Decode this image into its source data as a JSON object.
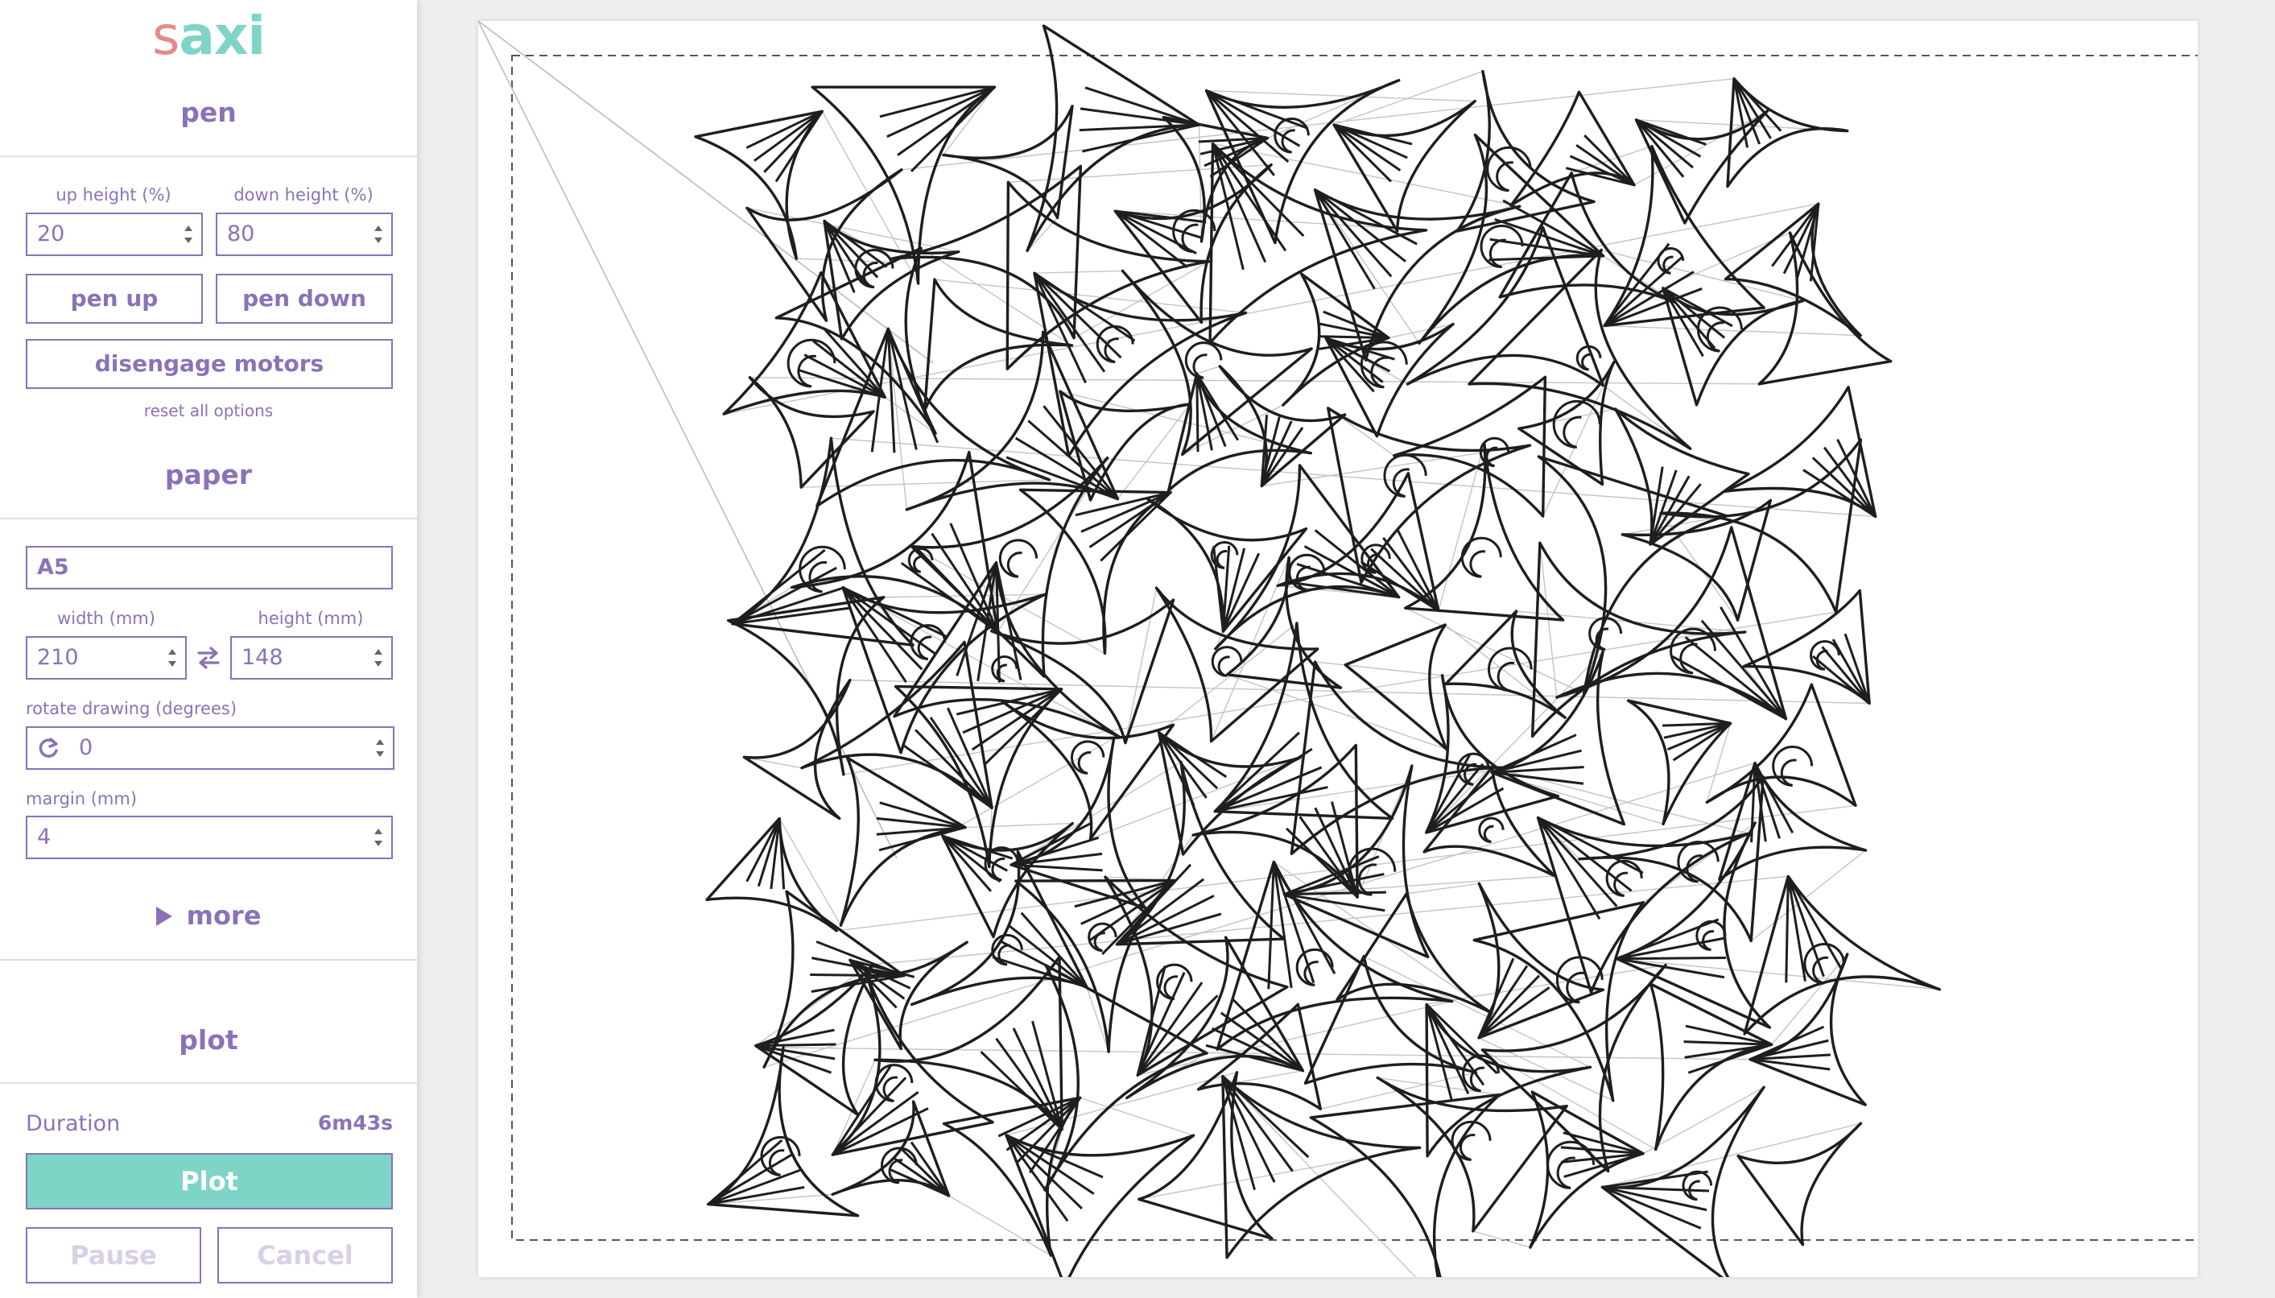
{
  "app": {
    "logo_s": "s",
    "logo_rest": "axi"
  },
  "pen": {
    "section_title": "pen",
    "up_height_label": "up height (%)",
    "down_height_label": "down height (%)",
    "up_height_value": "20",
    "down_height_value": "80",
    "pen_up_button": "pen up",
    "pen_down_button": "pen down",
    "disengage_button": "disengage motors",
    "reset_link": "reset all options"
  },
  "paper": {
    "section_title": "paper",
    "size_value": "A5",
    "width_label": "width (mm)",
    "height_label": "height (mm)",
    "width_value": "210",
    "height_value": "148",
    "rotate_label": "rotate drawing (degrees)",
    "rotate_value": "0",
    "margin_label": "margin (mm)",
    "margin_value": "4",
    "more_toggle": "more"
  },
  "plot": {
    "section_title": "plot",
    "duration_label": "Duration",
    "duration_value": "6m43s",
    "plot_button": "Plot",
    "pause_button": "Pause",
    "cancel_button": "Cancel"
  },
  "colors": {
    "accent_purple": "#8a72b8",
    "logo_pink": "#e48a8a",
    "logo_teal": "#7ed4c6",
    "plot_button": "#7ed4c6",
    "disabled_text": "#d8d0e6"
  },
  "icons": {
    "swap": "swap-icon",
    "rotate": "rotate-icon",
    "more": "triangle-right-icon"
  }
}
